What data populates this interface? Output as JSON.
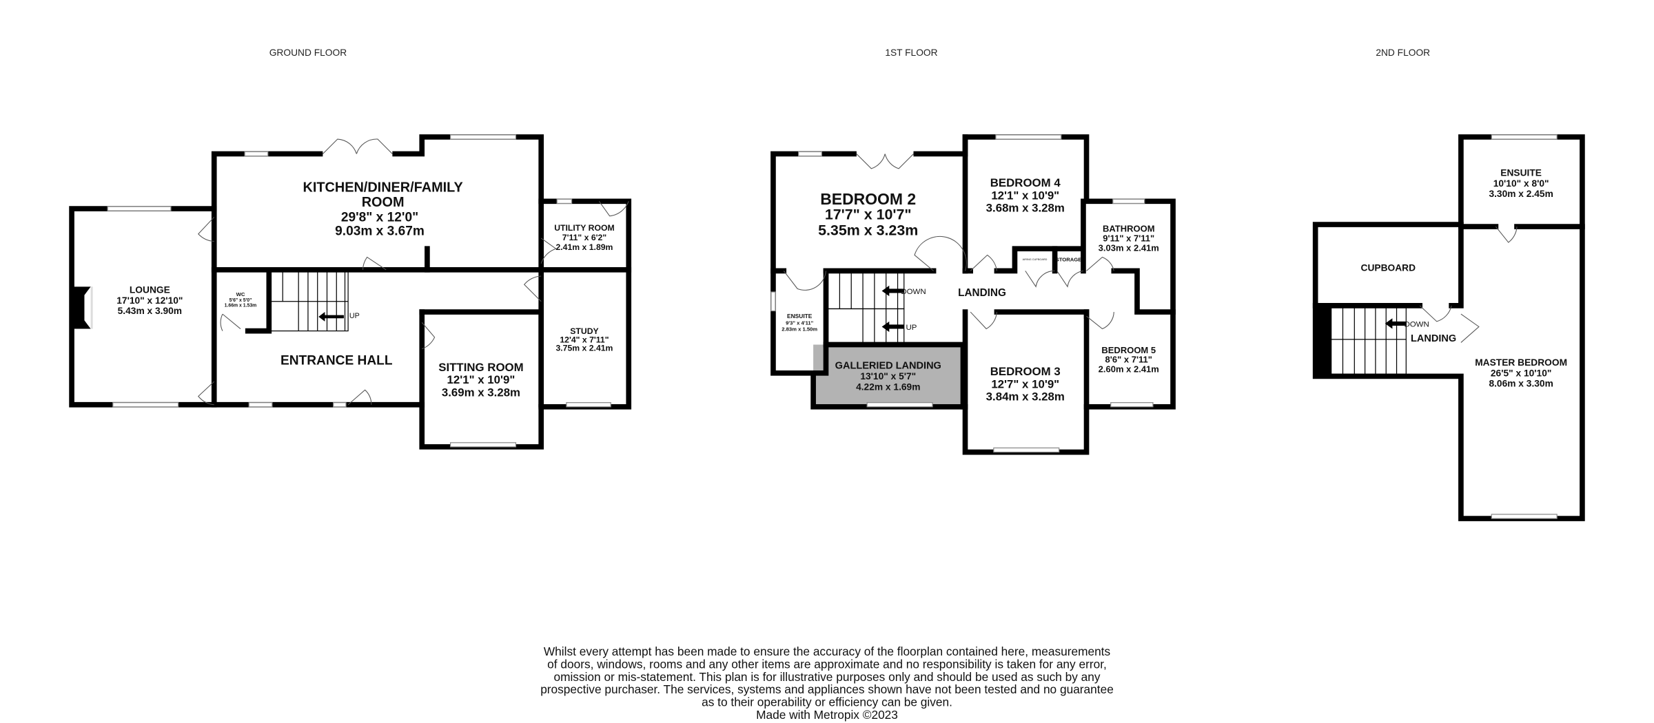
{
  "floors": [
    {
      "title": "GROUND FLOOR",
      "rooms": [
        {
          "name": "KITCHEN/DINER/FAMILY",
          "name2": "ROOM",
          "imperial": "29'8\"  x 12'0\"",
          "metric": "9.03m  x 3.67m"
        },
        {
          "name": "LOUNGE",
          "imperial": "17'10\"  x 12'10\"",
          "metric": "5.43m  x 3.90m"
        },
        {
          "name": "UTILITY ROOM",
          "imperial": "7'11\"  x 6'2\"",
          "metric": "2.41m  x 1.89m"
        },
        {
          "name": "STUDY",
          "imperial": "12'4\"  x 7'11\"",
          "metric": "3.75m  x 2.41m"
        },
        {
          "name": "WC",
          "imperial": "5'6\"  x 5'0\"",
          "metric": "1.66m  x 1.53m"
        },
        {
          "name": "ENTRANCE HALL"
        },
        {
          "name": "SITTING ROOM",
          "imperial": "12'1\"  x 10'9\"",
          "metric": "3.69m  x 3.28m"
        }
      ],
      "stairs_label": "UP"
    },
    {
      "title": "1ST FLOOR",
      "rooms": [
        {
          "name": "BEDROOM 2",
          "imperial": "17'7\"  x 10'7\"",
          "metric": "5.35m  x 3.23m"
        },
        {
          "name": "BEDROOM 4",
          "imperial": "12'1\"  x 10'9\"",
          "metric": "3.68m  x 3.28m"
        },
        {
          "name": "BATHROOM",
          "imperial": "9'11\"  x 7'11\"",
          "metric": "3.03m  x 2.41m"
        },
        {
          "name": "ENSUITE",
          "imperial": "9'3\"  x 4'11\"",
          "metric": "2.83m  x 1.50m"
        },
        {
          "name": "LANDING"
        },
        {
          "name": "AIRING CUPBOARD"
        },
        {
          "name": "STORAGE"
        },
        {
          "name": "BEDROOM 5",
          "imperial": "8'6\"  x 7'11\"",
          "metric": "2.60m  x 2.41m"
        },
        {
          "name": "GALLERIED LANDING",
          "imperial": "13'10\"  x 5'7\"",
          "metric": "4.22m  x 1.69m"
        },
        {
          "name": "BEDROOM 3",
          "imperial": "12'7\"  x 10'9\"",
          "metric": "3.84m  x 3.28m"
        }
      ],
      "stairs_down": "DOWN",
      "stairs_up": "UP"
    },
    {
      "title": "2ND FLOOR",
      "rooms": [
        {
          "name": "ENSUITE",
          "imperial": "10'10\"  x 8'0\"",
          "metric": "3.30m  x 2.45m"
        },
        {
          "name": "CUPBOARD"
        },
        {
          "name": "LANDING"
        },
        {
          "name": "MASTER BEDROOM",
          "imperial": "26'5\"  x 10'10\"",
          "metric": "8.06m  x 3.30m"
        }
      ],
      "stairs_down": "DOWN"
    }
  ],
  "galleried_fill": "#b3b3b3",
  "disclaimer": [
    "Whilst every attempt has been made to ensure the accuracy of the floorplan contained here, measurements",
    "of doors, windows, rooms and any other items are approximate and no responsibility is taken for any error,",
    "omission or mis-statement. This plan is for illustrative purposes only and should be used as such by any",
    "prospective purchaser. The services, systems and appliances shown have not been tested and no guarantee",
    "as to their operability or efficiency can be given.",
    "Made with Metropix ©2023"
  ]
}
